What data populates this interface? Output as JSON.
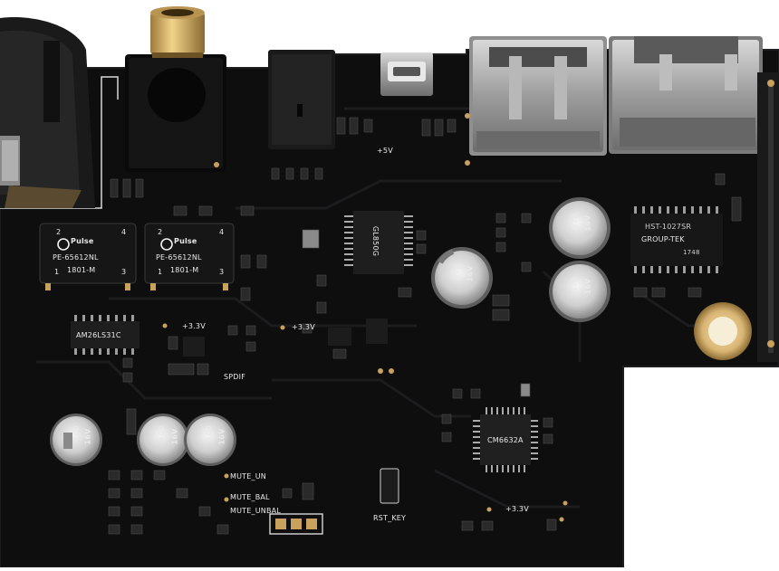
{
  "transformers": [
    {
      "brand": "Pulse",
      "pin_tl": "2",
      "pin_tr": "4",
      "part": "PE-65612NL",
      "pin_bl": "1",
      "code": "1801-M",
      "pin_br": "3"
    },
    {
      "brand": "Pulse",
      "pin_tl": "2",
      "pin_tr": "4",
      "part": "PE-65612NL",
      "pin_bl": "1",
      "code": "1801-M",
      "pin_br": "3"
    }
  ],
  "silkscreen": {
    "plus5v": "+5V",
    "plus33v_a": "+3.3V",
    "plus33v_b": "+3.3V",
    "plus33v_c": "+3.3V",
    "spdif": "SPDIF",
    "mute_un": "MUTE_UN",
    "mute_bal": "MUTE_BAL",
    "mute_unbal": "MUTE_UNBAL",
    "rst_key": "RST_KEY"
  },
  "filter_module": {
    "brand": "GROUP-TEK",
    "part": "HST-1027SR",
    "code": "1748"
  },
  "capacitors": [
    {
      "value": "470",
      "rating": "16V"
    },
    {
      "value": "470",
      "rating": "16V"
    },
    {
      "value": "470",
      "rating": "16V"
    },
    {
      "value": "100",
      "rating": "16V"
    },
    {
      "value": "100",
      "rating": "16V"
    },
    {
      "value": "100",
      "rating": "16V"
    }
  ],
  "chips": {
    "ic_main": "GL850G",
    "ic_opto": "AM26LS31C",
    "ic_mcu": "CM6632A"
  }
}
